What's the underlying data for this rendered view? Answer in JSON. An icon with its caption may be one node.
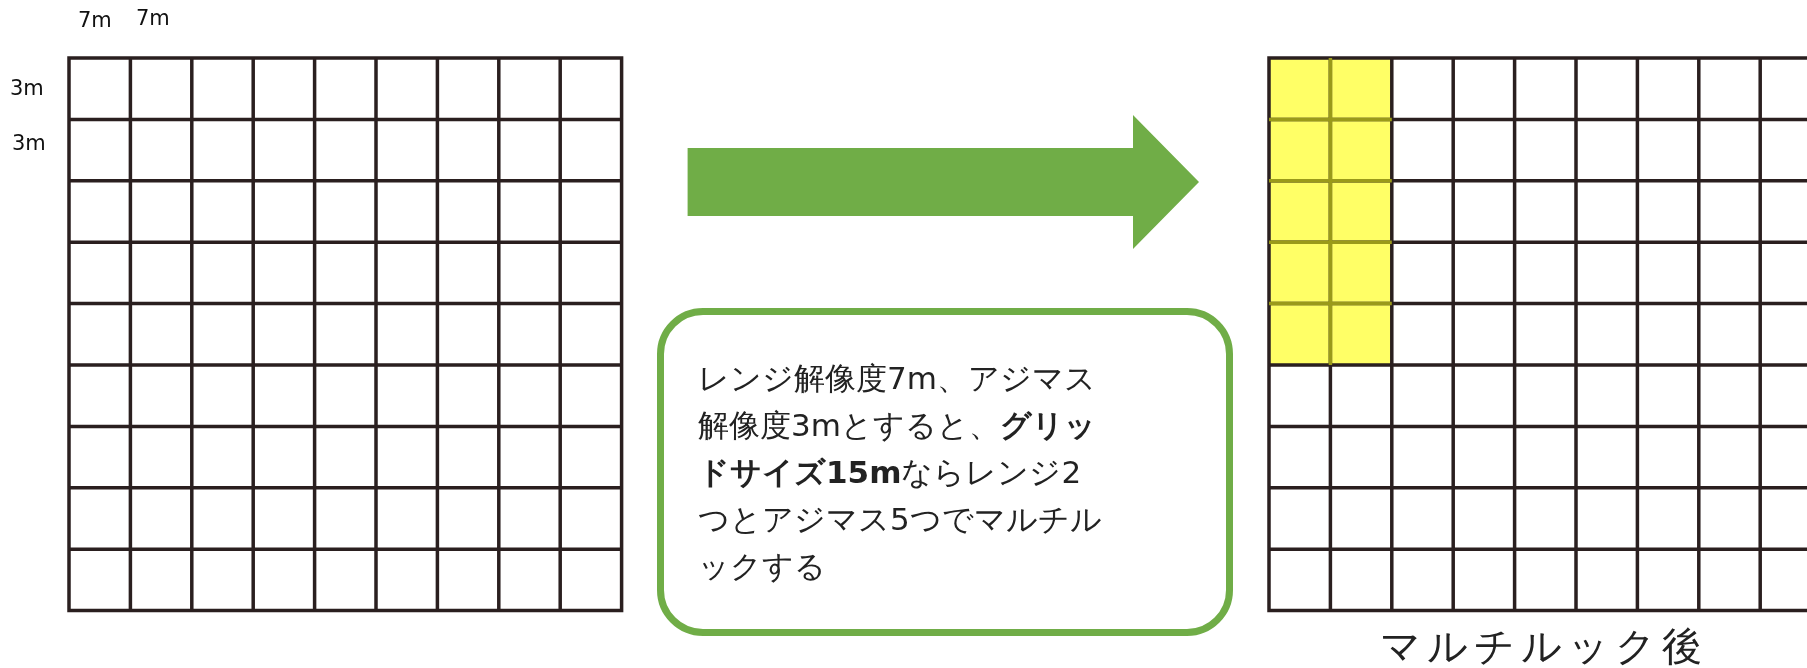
{
  "diagram": {
    "nodes": [
      {
        "text": [],
        "shape": "grid"
      },
      {
        "text": [],
        "shape": "grid",
        "beside": [
          "マルチルック後"
        ]
      },
      {
        "text": [
          "レンジ解像度7m、アジマス解像度3mとすると、**グリッドサイズ15m**ならレンジ2つとアジマス5つでマルチルックする"
        ]
      }
    ],
    "edges": [
      {
        "from": 0,
        "to": 1,
        "arrow": "to",
        "style": "thick",
        "color": "#70ad47"
      }
    ],
    "labels": [
      "7m",
      "7m",
      "3m",
      "3m"
    ]
  }
}
